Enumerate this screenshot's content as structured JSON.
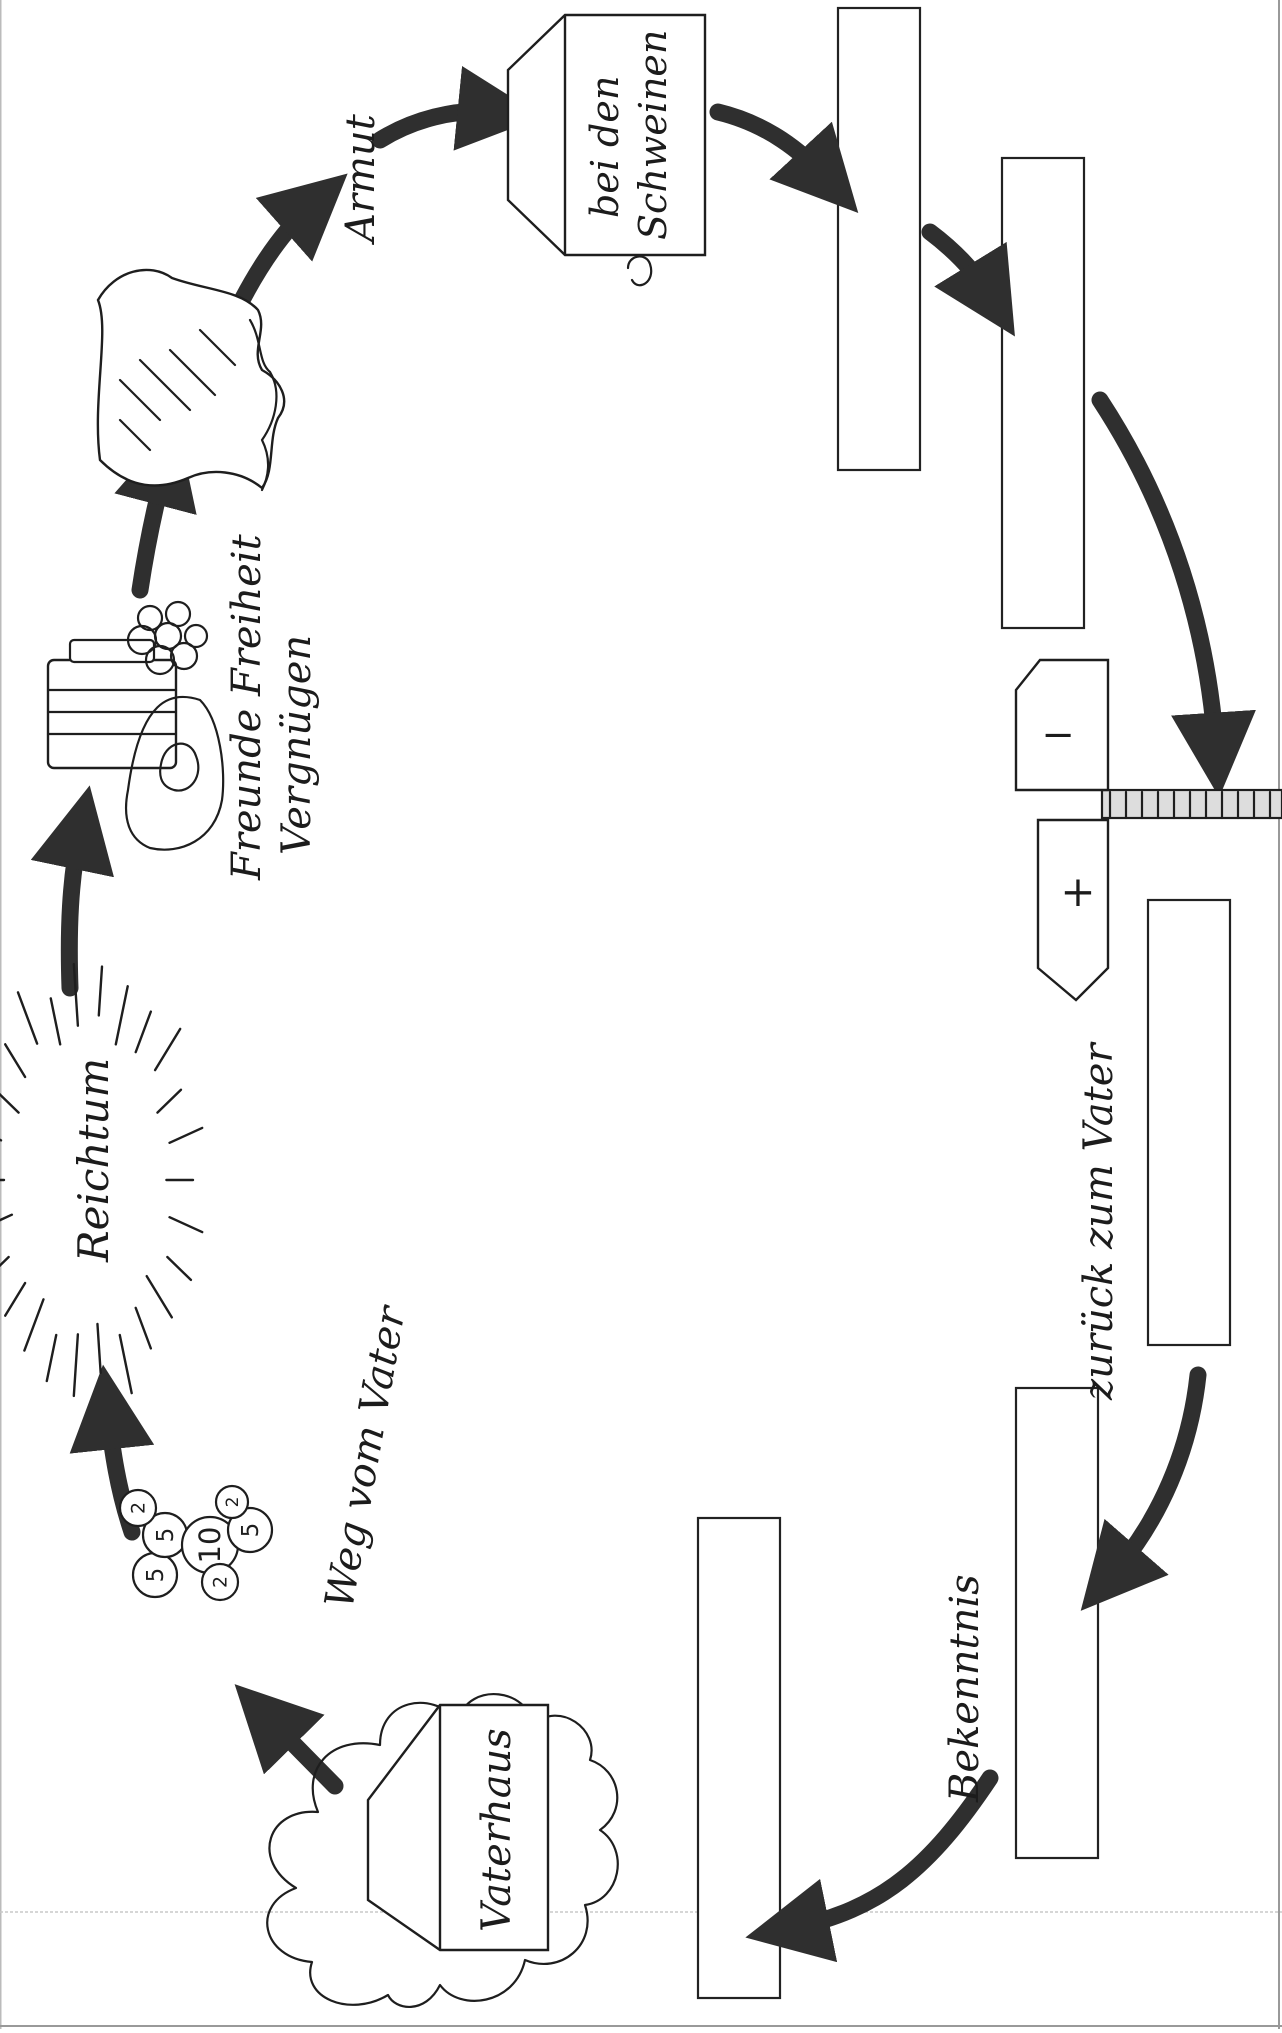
{
  "labels": {
    "vaterhaus": "Vaterhaus",
    "weg_vom_vater": "Weg vom Vater",
    "reichtum": "Reichtum",
    "freunde_freiheit": "Freunde Freiheit",
    "vergnuegen": "Vergnügen",
    "armut": "Armut",
    "bei_den": "bei den",
    "schweinen": "Schweinen",
    "zurueck_zum_vater": "zurück zum Vater",
    "bekenntnis": "Bekenntnis"
  },
  "coins": [
    "5",
    "5",
    "2",
    "10",
    "5",
    "2",
    "2"
  ],
  "signpost": {
    "plus": "+",
    "minus": "−"
  }
}
